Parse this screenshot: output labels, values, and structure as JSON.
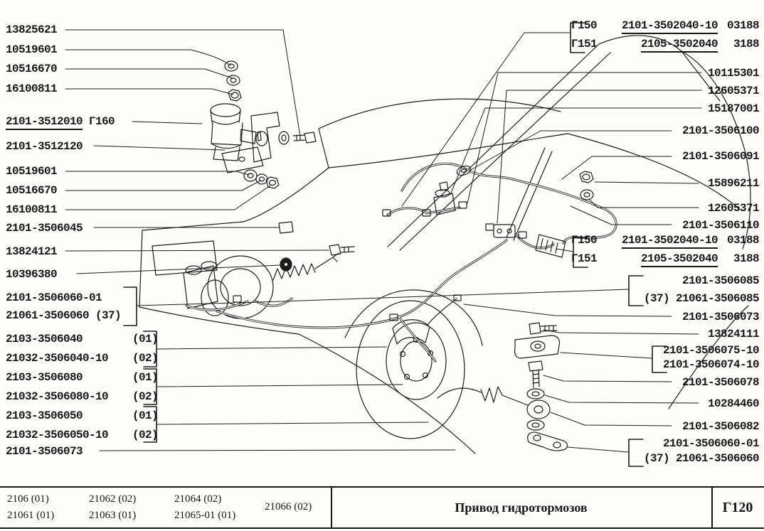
{
  "labels_left": [
    {
      "text": "13825621"
    },
    {
      "text": "10519601"
    },
    {
      "text": "10516670"
    },
    {
      "text": "16100811"
    },
    {
      "part": "2101-3512010",
      "ref": "Г160"
    },
    {
      "text": "2101-3512120"
    },
    {
      "text": "10519601"
    },
    {
      "text": "10516670"
    },
    {
      "text": "16100811"
    },
    {
      "text": "2101-3506045"
    },
    {
      "text": "13824121"
    },
    {
      "text": "10396380"
    },
    {
      "text": "2101-3506060-01"
    },
    {
      "text": "21061-3506060 (37)"
    },
    {
      "part": "2103-3506040",
      "variant": "(01)"
    },
    {
      "part": "21032-3506040-10",
      "variant": "(02)"
    },
    {
      "part": "2103-3506080",
      "variant": "(01)"
    },
    {
      "part": "21032-3506080-10",
      "variant": "(02)"
    },
    {
      "part": "2103-3506050",
      "variant": "(01)"
    },
    {
      "part": "21032-3506050-10",
      "variant": "(02)"
    },
    {
      "text": "2101-3506073"
    }
  ],
  "labels_right": {
    "block_top": {
      "rows": [
        {
          "ref": "Г150",
          "part": "2101-3502040-10",
          "suffix": "03188"
        },
        {
          "ref": "Г151",
          "part": "2105-3502040",
          "suffix": "3188"
        }
      ]
    },
    "singles_upper": [
      "10115301",
      "12605371",
      "15187001",
      "2101-3506100",
      "2101-3506091",
      "15896211",
      "12605371",
      "2101-3506110"
    ],
    "block_mid": {
      "rows": [
        {
          "ref": "Г150",
          "part": "2101-3502040-10",
          "suffix": "03188"
        },
        {
          "ref": "Г151",
          "part": "2105-3502040",
          "suffix": "3188"
        }
      ]
    },
    "group_3506085": [
      "2101-3506085",
      "(37) 21061-3506085"
    ],
    "single_3506073": "2101-3506073",
    "single_13824111": "13824111",
    "group_3506074": [
      "2101-3506075-10",
      "2101-3506074-10"
    ],
    "single_3506078": "2101-3506078",
    "single_10284460": "10284460",
    "single_3506082": "2101-3506082",
    "group_3506060": [
      "2101-3506060-01",
      "(37) 21061-3506060"
    ]
  },
  "footer": {
    "model_columns": [
      {
        "row1": "2106 (01)",
        "row2": "21061 (01)"
      },
      {
        "row1": "21062 (02)",
        "row2": "21063 (01)"
      },
      {
        "row1": "21064 (02)",
        "row2": "21065-01 (01)"
      },
      {
        "row1": "21066 (02)"
      }
    ],
    "title": "Привод гидротормозов",
    "page_code": "Г120"
  }
}
